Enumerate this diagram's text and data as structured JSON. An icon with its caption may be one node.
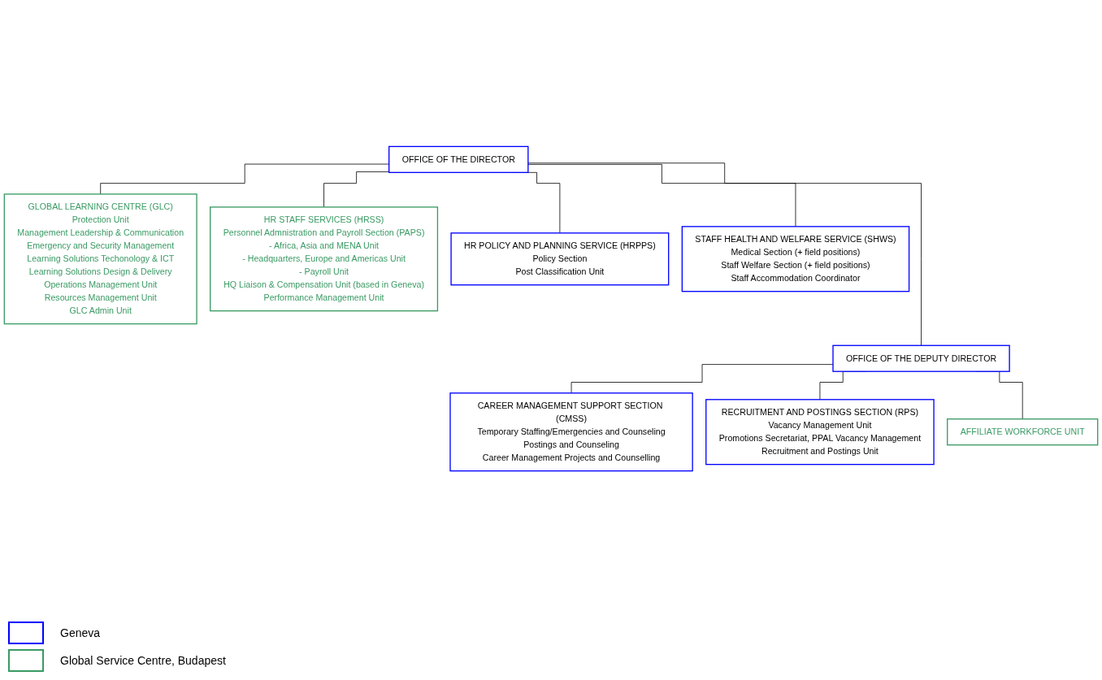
{
  "diagram": {
    "nodes": [
      {
        "text": [
          "OFFICE OF THE DIRECTOR"
        ]
      },
      {
        "text": [
          "GLOBAL LEARNING CENTRE (GLC)",
          "Protection Unit",
          "Management Leadership & Communication",
          "Emergency and Security Management",
          "Learning Solutions Techonology & ICT",
          "Learning Solutions Design & Delivery",
          "Operations Management Unit",
          "Resources Management Unit",
          "GLC Admin Unit"
        ]
      },
      {
        "text": [
          "HR STAFF SERVICES (HRSS)",
          "Personnel Admnistration and Payroll Section (PAPS)",
          "- Africa, Asia and MENA Unit",
          "- Headquarters, Europe and Americas Unit",
          "- Payroll Unit",
          "HQ Liaison & Compensation Unit (based in Geneva)",
          "Performance Management Unit"
        ]
      },
      {
        "text": [
          "HR POLICY AND PLANNING SERVICE (HRPPS)",
          "Policy Section",
          "Post Classification Unit"
        ]
      },
      {
        "text": [
          "STAFF HEALTH AND WELFARE SERVICE (SHWS)",
          "Medical Section (+ field positions)",
          "Staff Welfare Section (+ field positions)",
          "Staff Accommodation Coordinator"
        ]
      },
      {
        "text": [
          "OFFICE OF THE DEPUTY DIRECTOR"
        ]
      },
      {
        "text": [
          "CAREER MANAGEMENT SUPPORT SECTION (CMSS)",
          "Temporary Staffing/Emergencies and Counseling",
          "Postings and Counseling",
          "Career Management Projects and Counselling"
        ]
      },
      {
        "text": [
          "RECRUITMENT AND POSTINGS SECTION (RPS)",
          "Vacancy Management Unit",
          "Promotions Secretariat, PPAL Vacancy Management",
          "Recruitment and Postings Unit"
        ]
      },
      {
        "text": [
          "AFFILIATE WORKFORCE UNIT"
        ]
      }
    ],
    "edges": [
      {
        "from": 0,
        "to": 1,
        "arrow": "none"
      },
      {
        "from": 0,
        "to": 2,
        "arrow": "none"
      },
      {
        "from": 0,
        "to": 3,
        "arrow": "none"
      },
      {
        "from": 0,
        "to": 4,
        "arrow": "none"
      },
      {
        "from": 0,
        "to": 5,
        "arrow": "none"
      },
      {
        "from": 5,
        "to": 6,
        "arrow": "none"
      },
      {
        "from": 5,
        "to": 7,
        "arrow": "none"
      },
      {
        "from": 5,
        "to": 8,
        "arrow": "none"
      }
    ],
    "legend": [
      {
        "text": "Geneva",
        "color": "#0000ff"
      },
      {
        "text": "Global Service Centre, Budapest",
        "color": "#3a9a64"
      }
    ]
  }
}
